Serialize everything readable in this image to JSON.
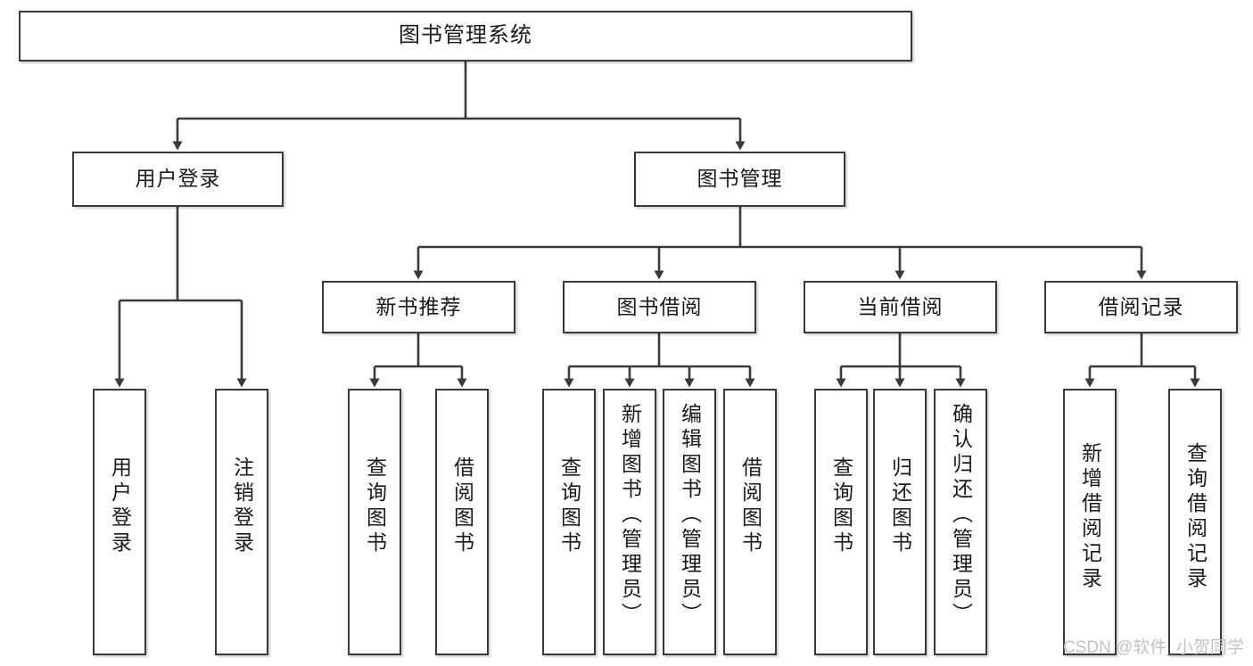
{
  "diagram": {
    "title": "图书管理系统",
    "type": "hierarchy-tree",
    "levels": 4,
    "line_color": "#3a3a3a",
    "box_fill": "#ffffff",
    "text_color": "#1a1a1a"
  },
  "nodes": {
    "root": {
      "label": "图书管理系统"
    },
    "level2": [
      {
        "label": "用户登录"
      },
      {
        "label": "图书管理"
      }
    ],
    "level3": [
      {
        "label": "新书推荐"
      },
      {
        "label": "图书借阅"
      },
      {
        "label": "当前借阅"
      },
      {
        "label": "借阅记录"
      }
    ],
    "leaves": {
      "user_login": [
        {
          "label": "用户登录"
        },
        {
          "label": "注销登录"
        }
      ],
      "new_book_recommend": [
        {
          "label": "查询图书"
        },
        {
          "label": "借阅图书"
        }
      ],
      "book_borrow": [
        {
          "label": "查询图书"
        },
        {
          "label": "新增图书（管理员）"
        },
        {
          "label": "编辑图书（管理员）"
        },
        {
          "label": "借阅图书"
        }
      ],
      "current_borrow": [
        {
          "label": "查询图书"
        },
        {
          "label": "归还图书"
        },
        {
          "label": "确认归还（管理员）"
        }
      ],
      "borrow_record": [
        {
          "label": "新增借阅记录"
        },
        {
          "label": "查询借阅记录"
        }
      ]
    }
  },
  "watermark": {
    "text": "CSDN @软件_小贺同学"
  }
}
